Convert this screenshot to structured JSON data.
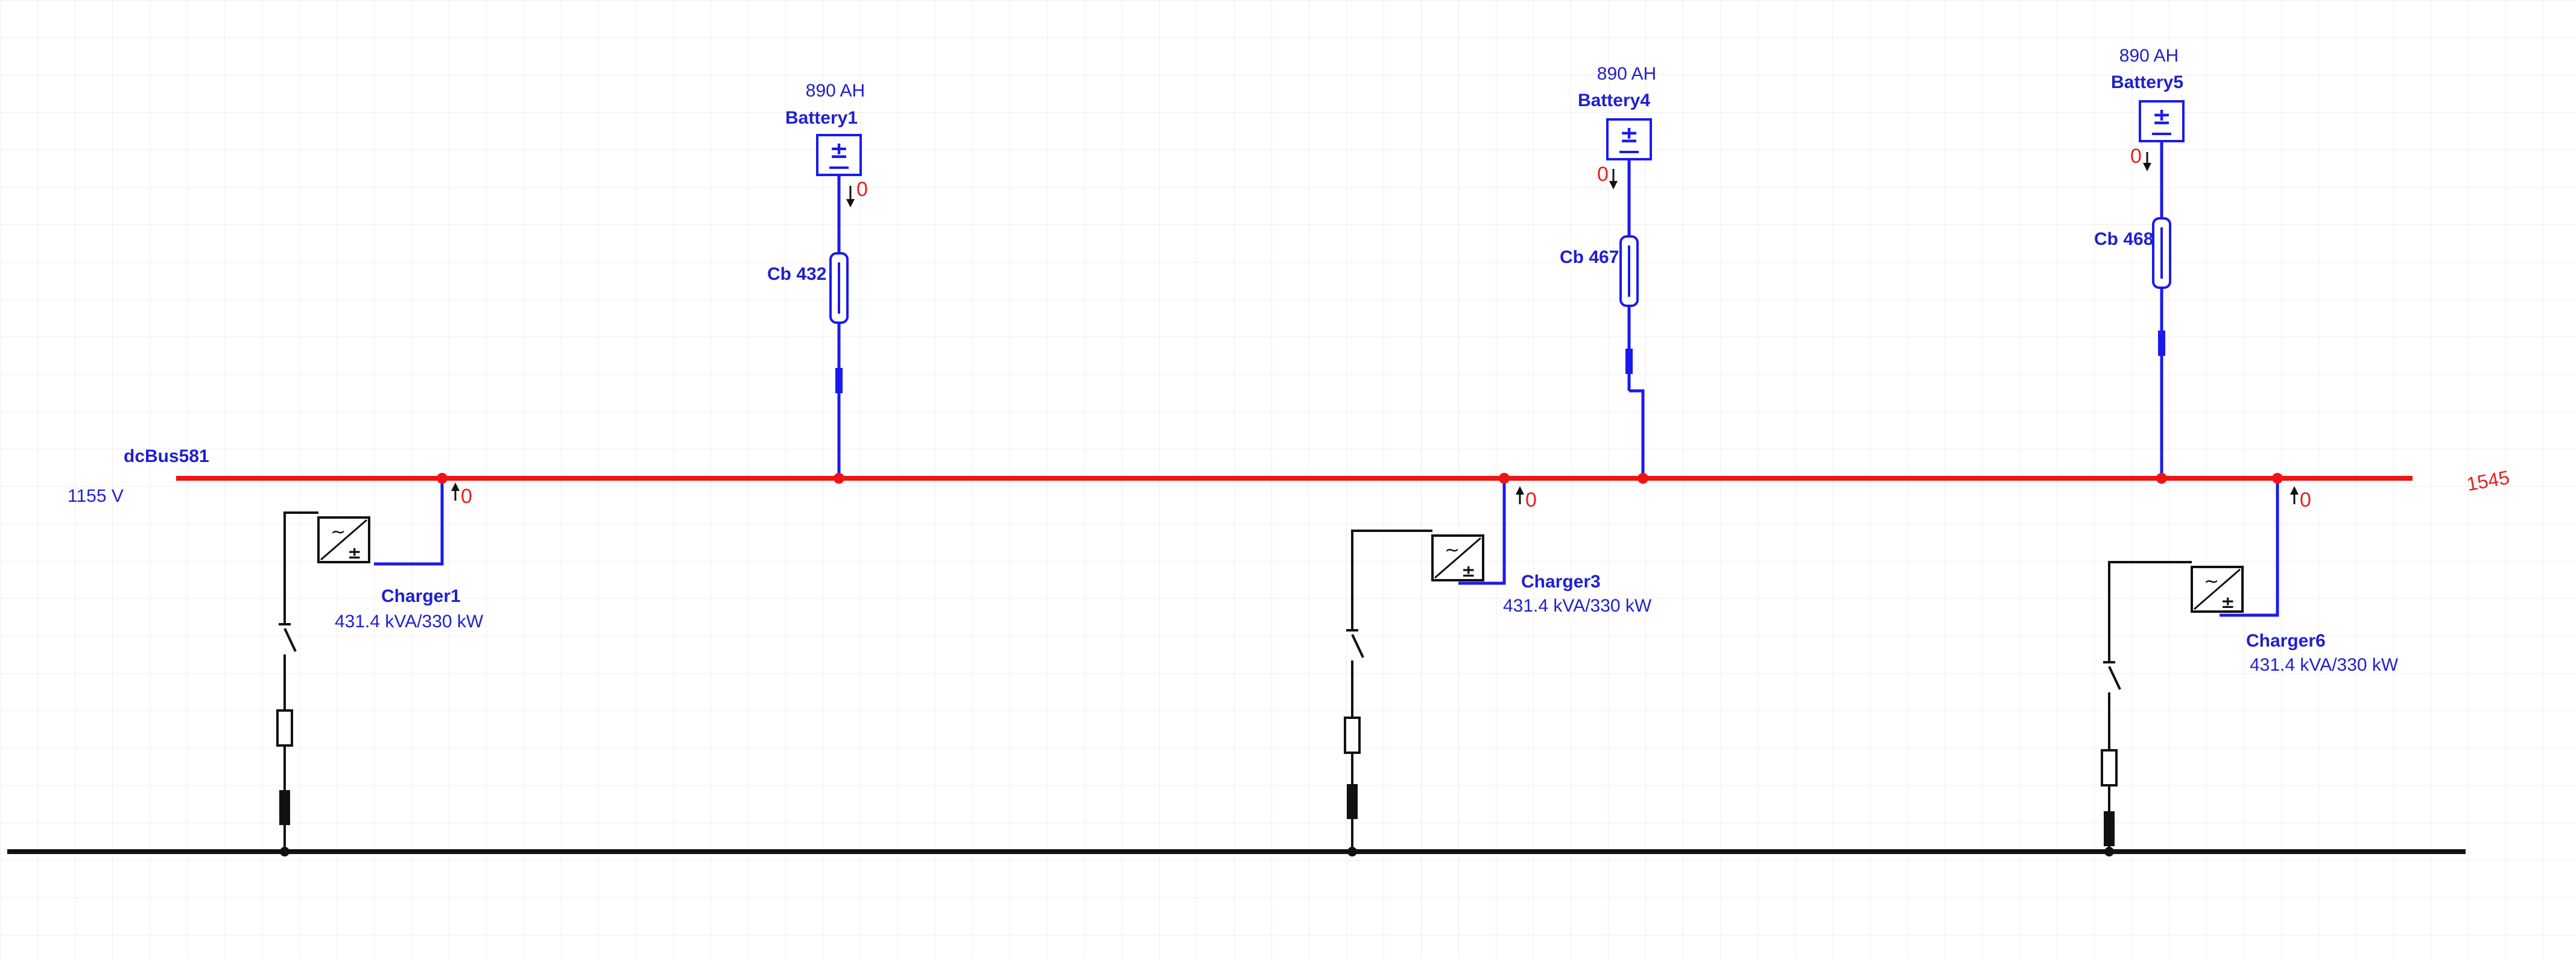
{
  "colors": {
    "bus": "#f01414",
    "wire_blue": "#1a1aee",
    "wire_black": "#111111",
    "label_blue": "#1f1fd0",
    "flow_red": "#e52020",
    "grid": "#eeeeee"
  },
  "bus": {
    "name": "dcBus581",
    "voltage": "1155 V",
    "end_label": "1545"
  },
  "batteries": [
    {
      "capacity": "890 AH",
      "name": "Battery1",
      "flow": "0",
      "breaker": "Cb 432",
      "icon": "battery-plus-minus-icon"
    },
    {
      "capacity": "890 AH",
      "name": "Battery4",
      "flow": "0",
      "breaker": "Cb 467",
      "icon": "battery-plus-minus-icon"
    },
    {
      "capacity": "890 AH",
      "name": "Battery5",
      "flow": "0",
      "breaker": "Cb 468",
      "icon": "battery-plus-minus-icon"
    }
  ],
  "chargers": [
    {
      "name": "Charger1",
      "rating": "431.4 kVA/330 kW",
      "flow": "0",
      "icon": "ac-dc-charger-icon"
    },
    {
      "name": "Charger3",
      "rating": "431.4 kVA/330 kW",
      "flow": "0",
      "icon": "ac-dc-charger-icon"
    },
    {
      "name": "Charger6",
      "rating": "431.4 kVA/330 kW",
      "flow": "0",
      "icon": "ac-dc-charger-icon"
    }
  ]
}
